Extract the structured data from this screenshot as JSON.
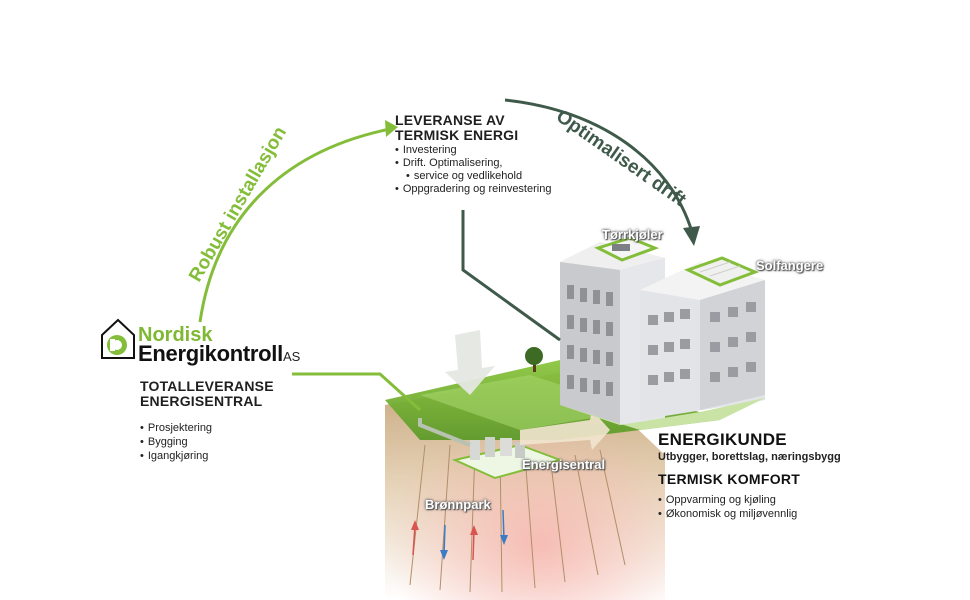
{
  "arcs": {
    "left_label": "Robust installasjon",
    "right_label": "Optimalisert drift"
  },
  "logo": {
    "line1": "Nordisk",
    "line2": "Energikontroll",
    "suffix": "AS"
  },
  "delivery": {
    "title_line1": "LEVERANSE AV",
    "title_line2": "TERMISK ENERGI",
    "items": [
      "Investering",
      "Drift. Optimalisering,",
      "service og vedlikehold",
      "Oppgradering og reinvestering"
    ]
  },
  "total": {
    "title_line1": "TOTALLEVERANSE",
    "title_line2": "ENERGISENTRAL",
    "items": [
      "Prosjektering",
      "Bygging",
      "Igangkjøring"
    ]
  },
  "customer": {
    "title": "ENERGIKUNDE",
    "subtitle": "Utbygger, borettslag, næringsbygg",
    "comfort_title": "TERMISK KOMFORT",
    "items": [
      "Oppvarming og kjøling",
      "Økonomisk og miljøvennlig"
    ]
  },
  "illustration": {
    "dry_cooler": "Tørrkjøler",
    "solar": "Solfangere",
    "central": "Energisentral",
    "well_park": "Brønnpark"
  },
  "colors": {
    "green": "#84bd3a",
    "dark_green": "#3f5a4a",
    "soil": "#c9a97a"
  }
}
